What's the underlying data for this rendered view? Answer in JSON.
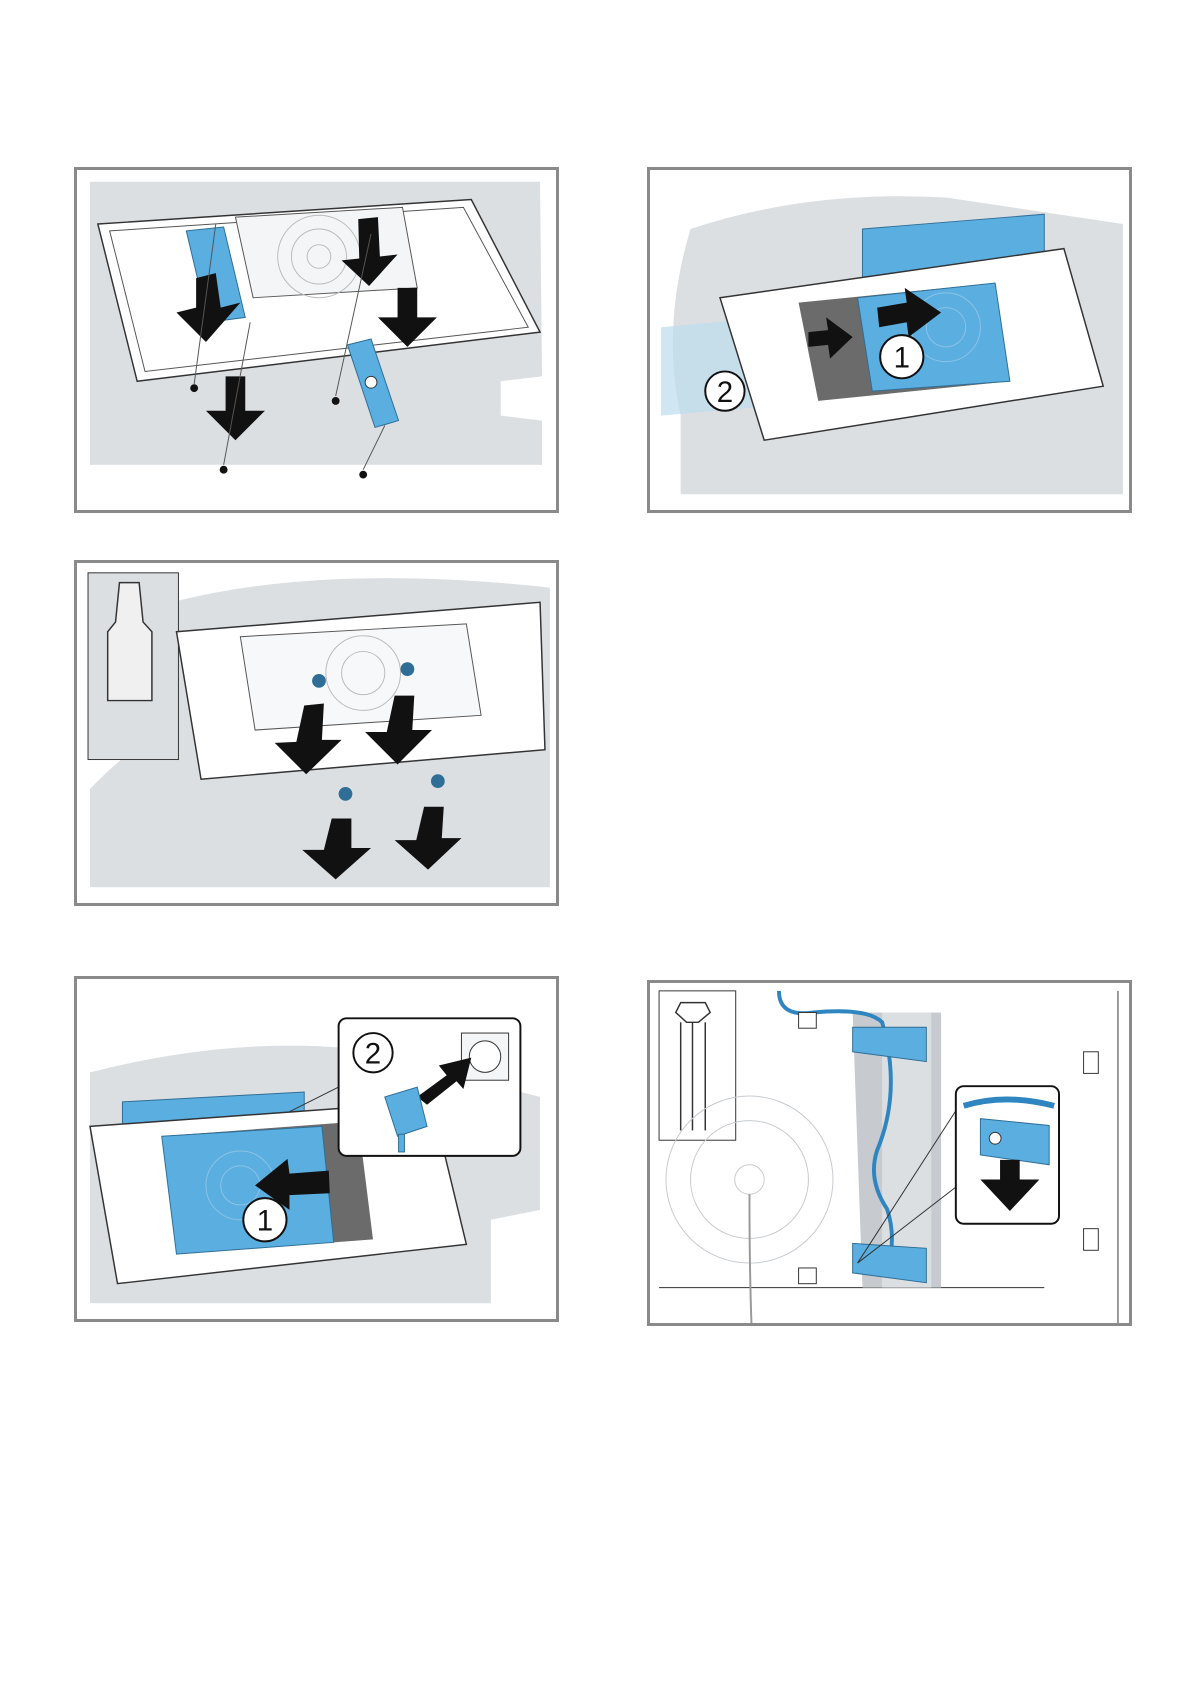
{
  "panels": [
    {
      "id": "remove-cover-plate",
      "callouts": []
    },
    {
      "id": "insert-filter-box",
      "callouts": [
        "1",
        "2"
      ]
    },
    {
      "id": "remove-screws",
      "callouts": []
    },
    {
      "id": "connect-power",
      "callouts": [
        "1",
        "2"
      ]
    },
    {
      "id": "fasten-bracket",
      "callouts": []
    }
  ],
  "colors": {
    "accent_blue": "#5aaee0",
    "frame_gray": "#8a8a8a",
    "background_gray": "#dcdfe2",
    "dark_gray": "#6b6b6b",
    "arrow": "#111111"
  },
  "icons": [
    "torx-bit-icon",
    "power-plug-icon",
    "wall-socket-icon",
    "screw-icon",
    "arrow-down-icon"
  ]
}
